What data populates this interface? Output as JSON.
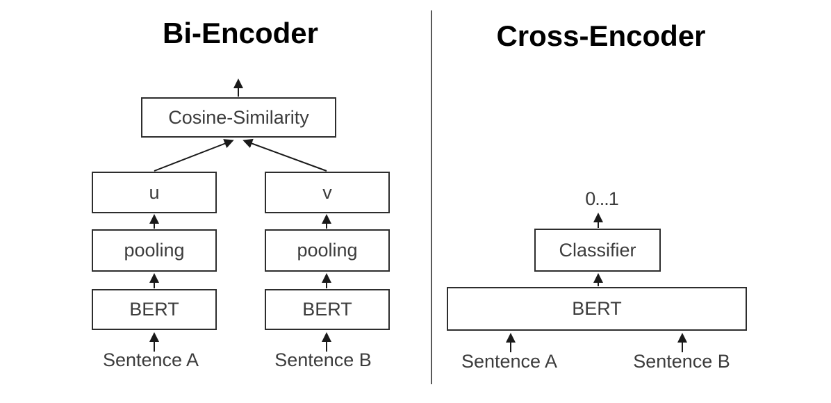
{
  "left_panel": {
    "title": "Bi-Encoder",
    "cosine_box": "Cosine-Similarity",
    "u_box": "u",
    "v_box": "v",
    "pooling_a_box": "pooling",
    "pooling_b_box": "pooling",
    "bert_a_box": "BERT",
    "bert_b_box": "BERT",
    "sentence_a_label": "Sentence A",
    "sentence_b_label": "Sentence B"
  },
  "right_panel": {
    "title": "Cross-Encoder",
    "output_label": "0...1",
    "classifier_box": "Classifier",
    "bert_box": "BERT",
    "sentence_a_label": "Sentence A",
    "sentence_b_label": "Sentence B"
  },
  "colors": {
    "background": "#ffffff",
    "box_border": "#2d2d2d",
    "label_text": "#3c3c3c",
    "title_text": "#000000",
    "arrow": "#1a1a1a",
    "divider": "#595959"
  }
}
